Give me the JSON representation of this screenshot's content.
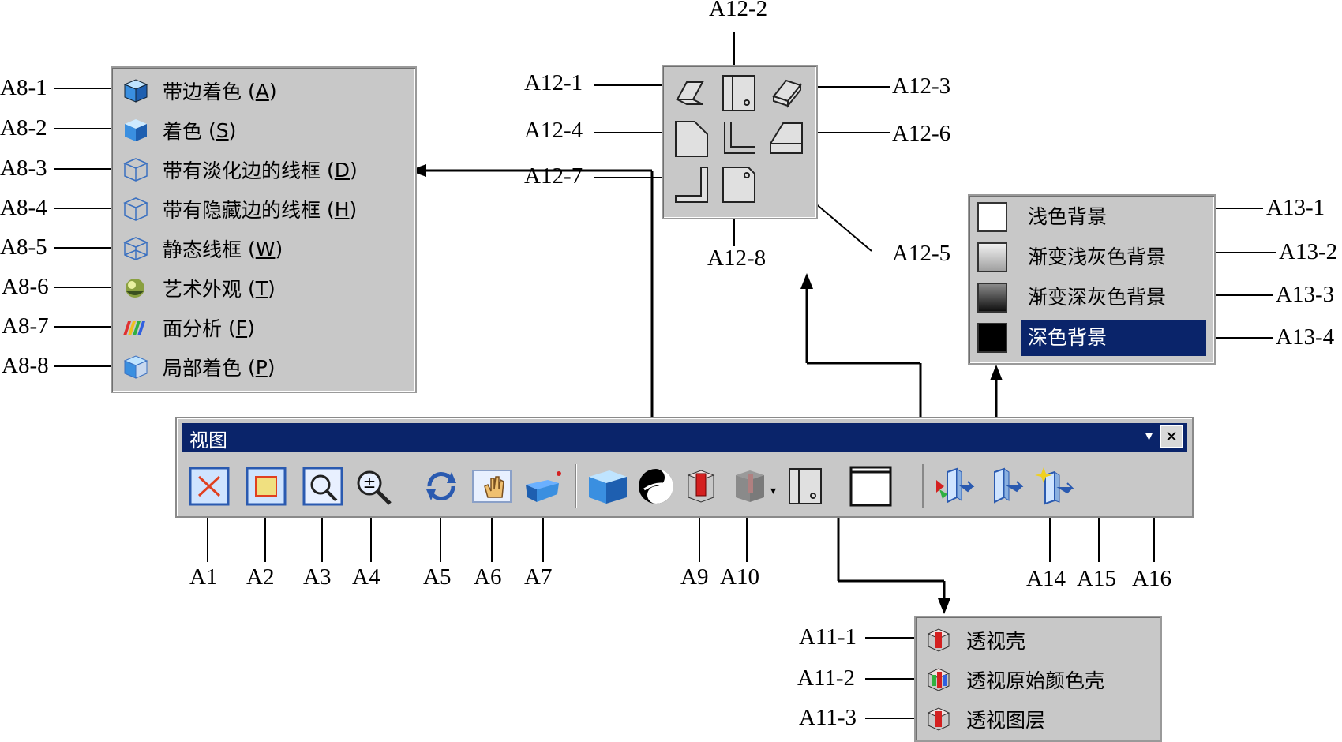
{
  "toolbar": {
    "title": "视图",
    "dropdown_glyph": "▾",
    "close_glyph": "✕"
  },
  "shading_menu": {
    "items": [
      {
        "label": "带边着色",
        "key": "A",
        "callout": "A8-1",
        "icon": "shaded-with-edges-cube-icon"
      },
      {
        "label": "着色",
        "key": "S",
        "callout": "A8-2",
        "icon": "shaded-cube-icon"
      },
      {
        "label": "带有淡化边的线框",
        "key": "D",
        "callout": "A8-3",
        "icon": "wireframe-dim-edges-icon"
      },
      {
        "label": "带有隐藏边的线框",
        "key": "H",
        "callout": "A8-4",
        "icon": "wireframe-hidden-edges-icon"
      },
      {
        "label": "静态线框",
        "key": "W",
        "callout": "A8-5",
        "icon": "static-wireframe-icon"
      },
      {
        "label": "艺术外观",
        "key": "T",
        "callout": "A8-6",
        "icon": "artistic-sphere-icon"
      },
      {
        "label": "面分析",
        "key": "F",
        "callout": "A8-7",
        "icon": "face-analysis-icon"
      },
      {
        "label": "局部着色",
        "key": "P",
        "callout": "A8-8",
        "icon": "partial-shading-icon"
      }
    ]
  },
  "view_orientation": {
    "callouts": [
      "A12-1",
      "A12-2",
      "A12-3",
      "A12-4",
      "A12-5",
      "A12-6",
      "A12-7",
      "A12-8"
    ]
  },
  "background_menu": {
    "items": [
      {
        "label": "浅色背景",
        "callout": "A13-1",
        "swatch": "#ffffff"
      },
      {
        "label": "渐变浅灰色背景",
        "callout": "A13-2",
        "swatch": "#d8d8d8"
      },
      {
        "label": "渐变深灰色背景",
        "callout": "A13-3",
        "swatch": "#555555"
      },
      {
        "label": "深色背景",
        "callout": "A13-4",
        "swatch": "#000000",
        "selected": true
      }
    ]
  },
  "see_through_menu": {
    "items": [
      {
        "label": "透视壳",
        "callout": "A11-1"
      },
      {
        "label": "透视原始颜色壳",
        "callout": "A11-2"
      },
      {
        "label": "透视图层",
        "callout": "A11-3"
      }
    ]
  },
  "toolbar_callouts": [
    "A1",
    "A2",
    "A3",
    "A4",
    "A5",
    "A6",
    "A7",
    "A9",
    "A10",
    "A14",
    "A15",
    "A16"
  ],
  "colors": {
    "panel": "#c8c8c8",
    "title_bar": "#0a246a",
    "selected": "#0a246a",
    "shading_blue": "#3a8fe0",
    "red_marker": "#d42020"
  }
}
